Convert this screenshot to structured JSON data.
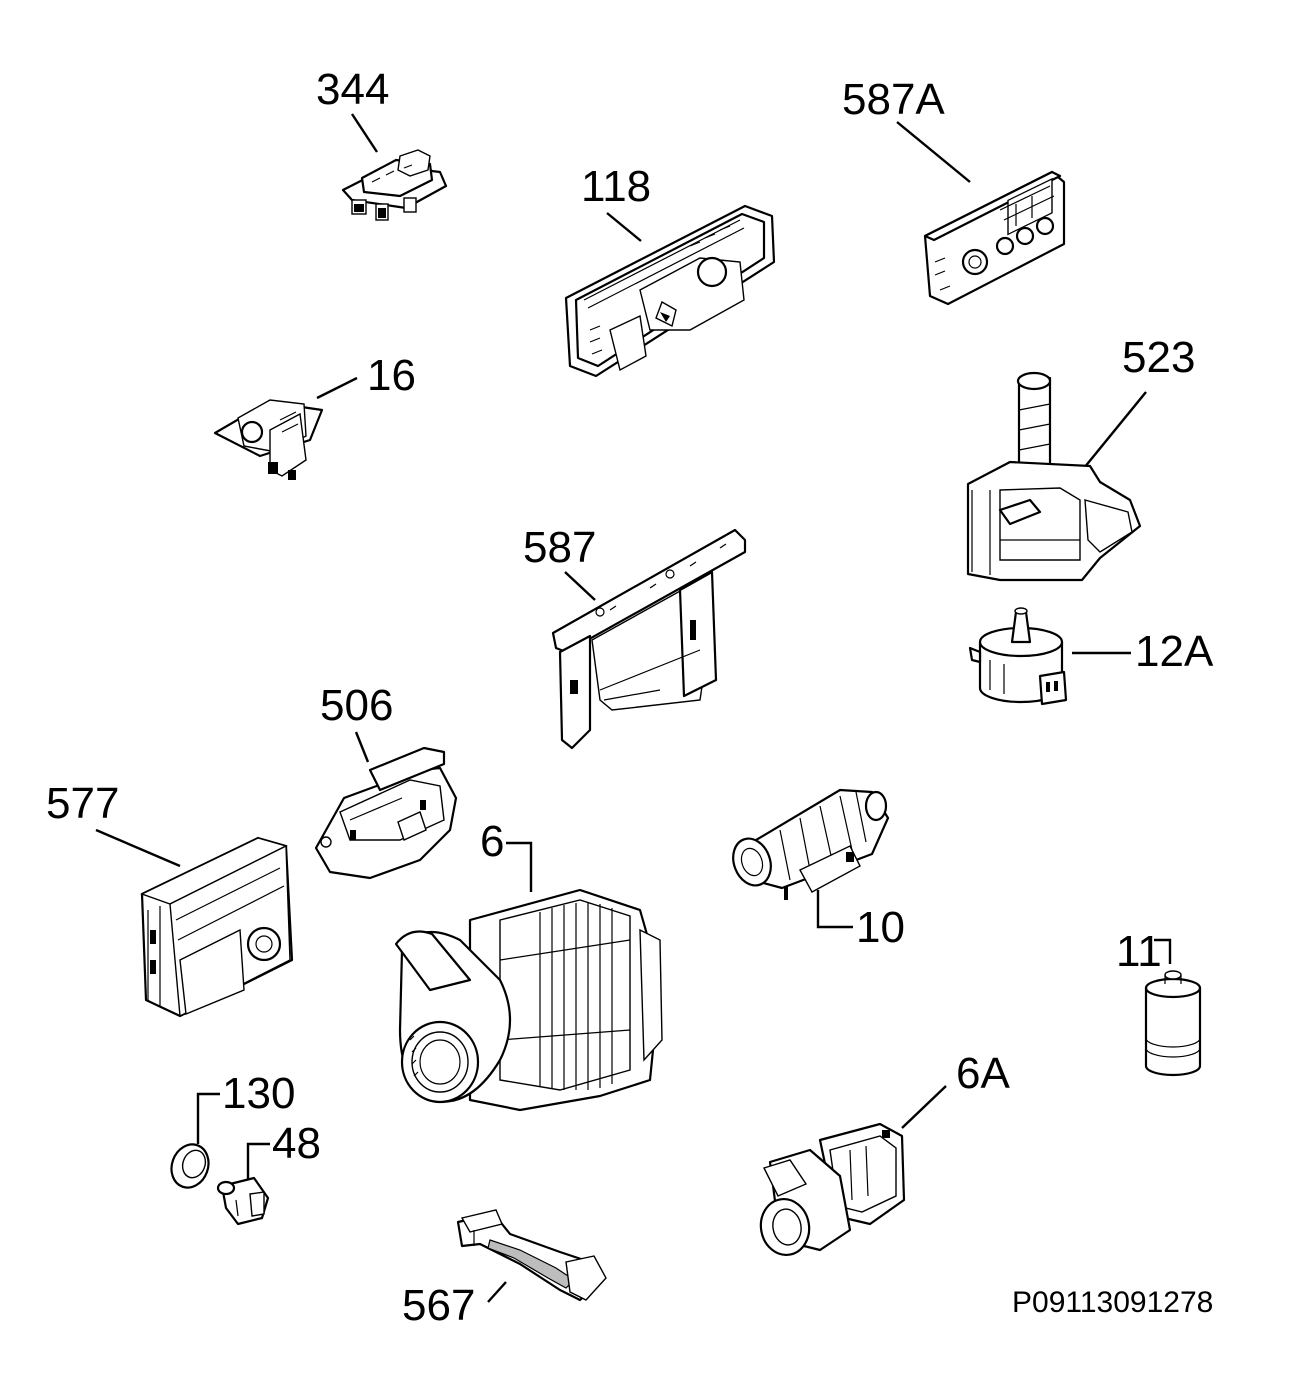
{
  "diagram": {
    "labels": {
      "p344": "344",
      "p587a": "587A",
      "p118": "118",
      "p16": "16",
      "p523": "523",
      "p587": "587",
      "p12a": "12A",
      "p506": "506",
      "p577": "577",
      "p6": "6",
      "p10": "10",
      "p11": "11",
      "p130": "130",
      "p48": "48",
      "p6a": "6A",
      "p567": "567"
    },
    "code": "P09113091278"
  }
}
